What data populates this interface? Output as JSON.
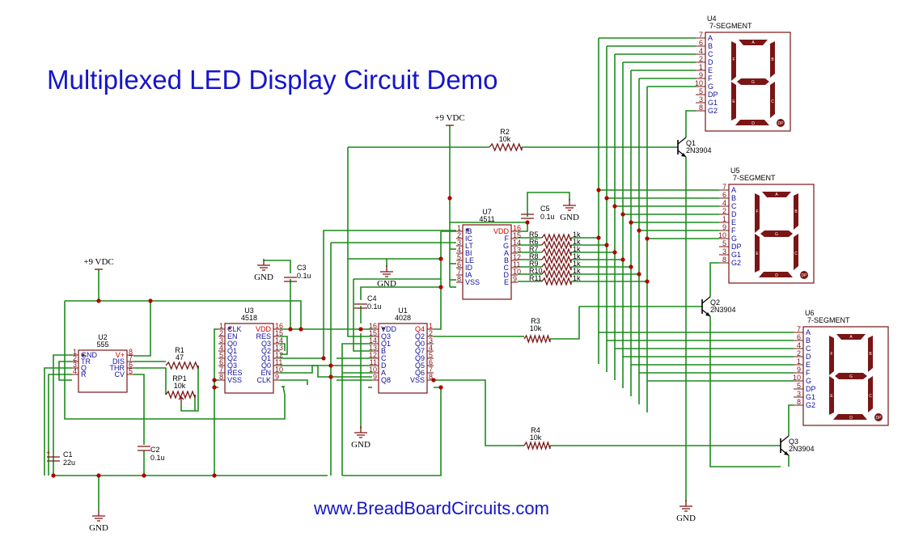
{
  "title": "Multiplexed LED Display Circuit Demo",
  "url": "www.BreadBoardCircuits.com",
  "power": [
    "+9 VDC",
    "+9 VDC"
  ],
  "ground": [
    "GND",
    "GND",
    "GND",
    "GND",
    "GND",
    "GND"
  ],
  "u2": {
    "ref": "U2",
    "part": "555",
    "pins_left": [
      [
        "1",
        "GND"
      ],
      [
        "2",
        "TR"
      ],
      [
        "3",
        "Q"
      ],
      [
        "4",
        "R"
      ]
    ],
    "pins_right": [
      [
        "8",
        "V+"
      ],
      [
        "7",
        "DIS"
      ],
      [
        "6",
        "THR"
      ],
      [
        "5",
        "CV"
      ]
    ]
  },
  "u3": {
    "ref": "U3",
    "part": "4518",
    "pins_left": [
      [
        "1",
        "CLK"
      ],
      [
        "2",
        "EN"
      ],
      [
        "3",
        "Q0"
      ],
      [
        "4",
        "Q1"
      ],
      [
        "5",
        "Q2"
      ],
      [
        "6",
        "Q3"
      ],
      [
        "7",
        "RES"
      ],
      [
        "8",
        "VSS"
      ]
    ],
    "pins_right": [
      [
        "16",
        "VDD"
      ],
      [
        "15",
        "RES"
      ],
      [
        "14",
        "Q3"
      ],
      [
        "13",
        "Q2"
      ],
      [
        "12",
        "Q1"
      ],
      [
        "11",
        "Q0"
      ],
      [
        "10",
        "EN"
      ],
      [
        "9",
        "CLK"
      ]
    ]
  },
  "u1": {
    "ref": "U1",
    "part": "4028",
    "pins_left": [
      [
        "16",
        "VDD"
      ],
      [
        "15",
        "Q3"
      ],
      [
        "14",
        "Q1"
      ],
      [
        "13",
        "B"
      ],
      [
        "12",
        "C"
      ],
      [
        "11",
        "D"
      ],
      [
        "10",
        "A"
      ],
      [
        "9",
        "Q8"
      ]
    ],
    "pins_right": [
      [
        "1",
        "Q4"
      ],
      [
        "2",
        "Q2"
      ],
      [
        "3",
        "Q0"
      ],
      [
        "4",
        "Q7"
      ],
      [
        "5",
        "Q9"
      ],
      [
        "6",
        "Q5"
      ],
      [
        "7",
        "Q6"
      ],
      [
        "8",
        "VSS"
      ]
    ]
  },
  "u7": {
    "ref": "U7",
    "part": "4511",
    "pins_left": [
      [
        "1",
        "IB"
      ],
      [
        "2",
        "IC"
      ],
      [
        "3",
        "LT"
      ],
      [
        "4",
        "BI"
      ],
      [
        "5",
        "LE"
      ],
      [
        "6",
        "ID"
      ],
      [
        "7",
        "IA"
      ],
      [
        "8",
        "VSS"
      ]
    ],
    "pins_right": [
      [
        "16",
        "VDD"
      ],
      [
        "15",
        "F"
      ],
      [
        "14",
        "G"
      ],
      [
        "13",
        "A"
      ],
      [
        "12",
        "B"
      ],
      [
        "11",
        "C"
      ],
      [
        "10",
        "D"
      ],
      [
        "9",
        "E"
      ]
    ]
  },
  "displays": [
    {
      "ref": "U4",
      "part": "7-SEGMENT"
    },
    {
      "ref": "U5",
      "part": "7-SEGMENT"
    },
    {
      "ref": "U6",
      "part": "7-SEGMENT"
    }
  ],
  "display_pins": [
    [
      "7",
      "A"
    ],
    [
      "6",
      "B"
    ],
    [
      "4",
      "C"
    ],
    [
      "2",
      "D"
    ],
    [
      "1",
      "E"
    ],
    [
      "9",
      "F"
    ],
    [
      "10",
      "G"
    ],
    [
      "5",
      "DP"
    ],
    [
      "3",
      "G1"
    ],
    [
      "8",
      "G2"
    ]
  ],
  "seg_letters": [
    "A",
    "B",
    "C",
    "D",
    "E",
    "F",
    "G"
  ],
  "seg_dp": "DP",
  "resistors": {
    "r1": {
      "ref": "R1",
      "val": "47"
    },
    "rp1": {
      "ref": "RP1",
      "val": "10k"
    },
    "r2": {
      "ref": "R2",
      "val": "10k"
    },
    "r3": {
      "ref": "R3",
      "val": "10k"
    },
    "r4": {
      "ref": "R4",
      "val": "10k"
    },
    "bank": [
      {
        "ref": "R5",
        "val": "1k"
      },
      {
        "ref": "R6",
        "val": "1k"
      },
      {
        "ref": "R7",
        "val": "1k"
      },
      {
        "ref": "R8",
        "val": "1k"
      },
      {
        "ref": "R9",
        "val": "1k"
      },
      {
        "ref": "R10",
        "val": "1k"
      },
      {
        "ref": "R11",
        "val": "1k"
      }
    ]
  },
  "capacitors": {
    "c1": {
      "ref": "C1",
      "val": "22u"
    },
    "c2": {
      "ref": "C2",
      "val": "0.1u"
    },
    "c3": {
      "ref": "C3",
      "val": "0.1u"
    },
    "c4": {
      "ref": "C4",
      "val": "0.1u"
    },
    "c5": {
      "ref": "C5",
      "val": "0.1u"
    },
    "plus": "+"
  },
  "transistors": [
    {
      "ref": "Q1",
      "part": "2N3904"
    },
    {
      "ref": "Q2",
      "part": "2N3904"
    },
    {
      "ref": "Q3",
      "part": "2N3904"
    }
  ]
}
